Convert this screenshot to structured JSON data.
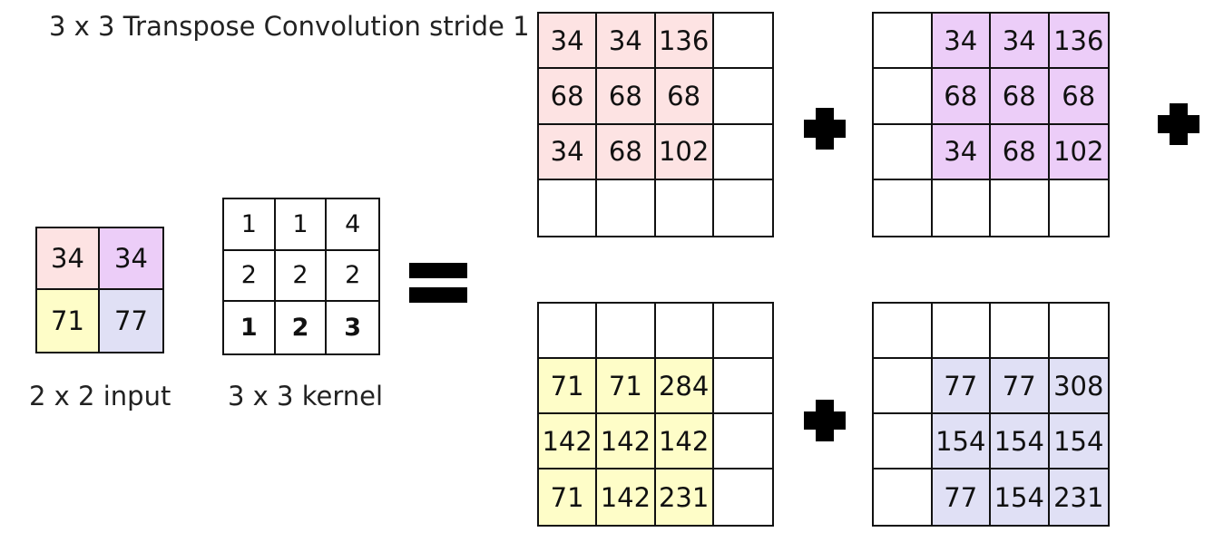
{
  "title": "3 x 3 Transpose Convolution stride 1",
  "colors": {
    "pink": "#fde3e3",
    "purple": "#eccdf8",
    "yellow": "#fefdc8",
    "lavender": "#e0e0f5"
  },
  "input": {
    "caption": "2 x 2 input",
    "cells": [
      "34",
      "34",
      "71",
      "77"
    ],
    "cell_colors": [
      "pink",
      "purple",
      "yellow",
      "lavender"
    ]
  },
  "kernel": {
    "caption": "3 x 3 kernel",
    "cells": [
      "1",
      "1",
      "4",
      "2",
      "2",
      "2",
      "1",
      "2",
      "3"
    ]
  },
  "outputs": [
    {
      "color": "pink",
      "offset": [
        0,
        0
      ],
      "values": [
        "34",
        "34",
        "136",
        "68",
        "68",
        "68",
        "34",
        "68",
        "102"
      ]
    },
    {
      "color": "purple",
      "offset": [
        1,
        0
      ],
      "values": [
        "34",
        "34",
        "136",
        "68",
        "68",
        "68",
        "34",
        "68",
        "102"
      ]
    },
    {
      "color": "yellow",
      "offset": [
        0,
        1
      ],
      "values": [
        "71",
        "71",
        "284",
        "142",
        "142",
        "142",
        "71",
        "142",
        "231"
      ]
    },
    {
      "color": "lavender",
      "offset": [
        1,
        1
      ],
      "values": [
        "77",
        "77",
        "308",
        "154",
        "154",
        "154",
        "77",
        "154",
        "231"
      ]
    }
  ]
}
